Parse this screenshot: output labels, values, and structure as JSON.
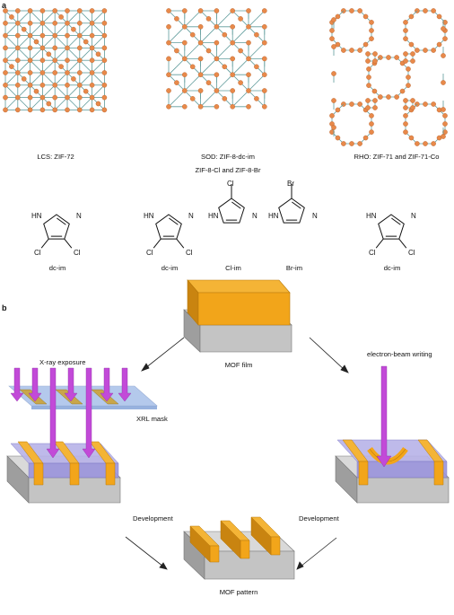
{
  "panel_a": {
    "letter": "a",
    "topologies": [
      {
        "label": "LCS: ZIF-72"
      },
      {
        "label": "SOD: ZIF-8-dc-im",
        "sublabel": "ZIF-8-Cl and ZIF-8-Br"
      },
      {
        "label": "RHO: ZIF-71 and ZIF-71-Co"
      }
    ],
    "linkers": [
      {
        "name": "dc-im",
        "atoms": [
          "HN",
          "N",
          "Cl",
          "Cl"
        ]
      },
      {
        "name": "dc-im",
        "atoms": [
          "HN",
          "N",
          "Cl",
          "Cl"
        ]
      },
      {
        "name": "Cl-im",
        "atoms": [
          "HN",
          "N",
          "Cl"
        ]
      },
      {
        "name": "Br-im",
        "atoms": [
          "HN",
          "N",
          "Br"
        ]
      },
      {
        "name": "dc-im",
        "atoms": [
          "HN",
          "N",
          "Cl",
          "Cl"
        ]
      }
    ]
  },
  "panel_b": {
    "letter": "b",
    "mof_film": "MOF film",
    "xray": "X-ray exposure",
    "xrl_mask": "XRL mask",
    "ebeam": "electron-beam writing",
    "development_left": "Development",
    "development_right": "Development",
    "mof_pattern": "MOF pattern"
  },
  "colors": {
    "node": "#e8894a",
    "edge": "#5f9b9b",
    "mof": "#f2a51a",
    "substrate": "#bdbdbd",
    "beam": "#c24ad8",
    "mask": "#9bb8e6"
  }
}
